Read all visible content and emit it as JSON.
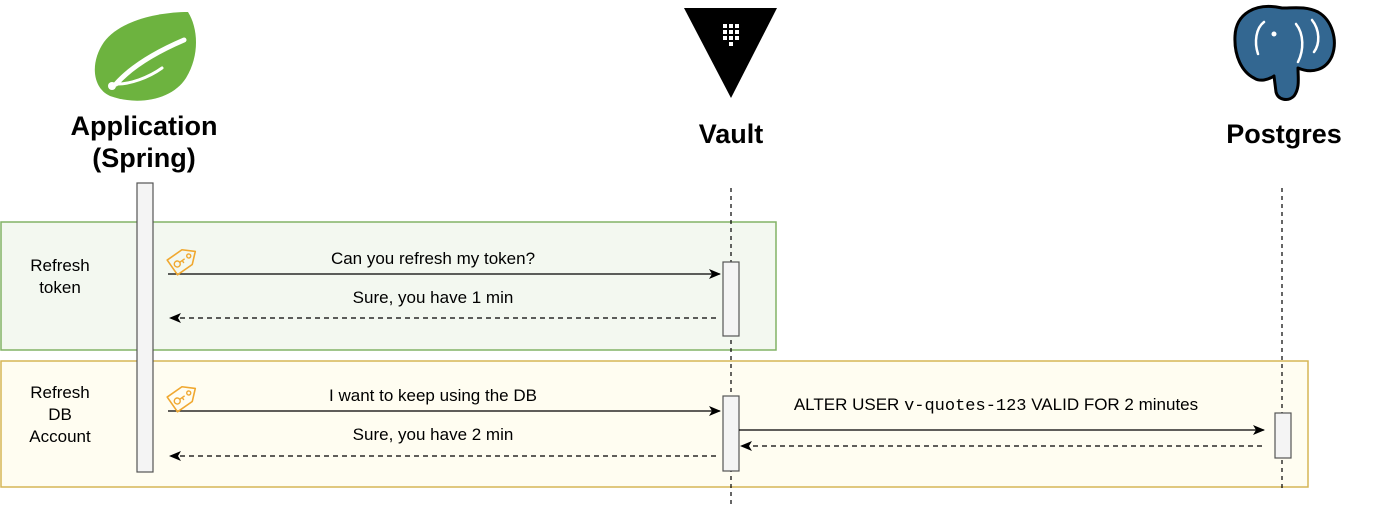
{
  "participants": {
    "app_line1": "Application",
    "app_line2": "(Spring)",
    "vault": "Vault",
    "postgres": "Postgres"
  },
  "groups": {
    "refresh_token": {
      "line1": "Refresh",
      "line2": "token",
      "color": "#82b366",
      "fill": "#f3f8f0"
    },
    "refresh_db": {
      "line1": "Refresh",
      "line2": "DB",
      "line3": "Account",
      "color": "#d6b656",
      "fill": "#fffdf1"
    }
  },
  "messages": {
    "m1": "Can you refresh my token?",
    "m2": "Sure, you have 1 min",
    "m3": "I want to keep using the DB",
    "m4": "Sure, you have 2 min",
    "m5_prefix": "ALTER USER",
    "m5_code": "v-quotes-123",
    "m5_suffix": "VALID FOR 2 minutes"
  },
  "icons": {
    "spring": "spring-leaf-logo",
    "vault": "vault-triangle-logo",
    "postgres": "postgres-elephant-logo",
    "token": "key-tag-icon",
    "spring_color": "#6db33f",
    "postgres_color": "#336791",
    "tag_color": "#f0a830"
  }
}
